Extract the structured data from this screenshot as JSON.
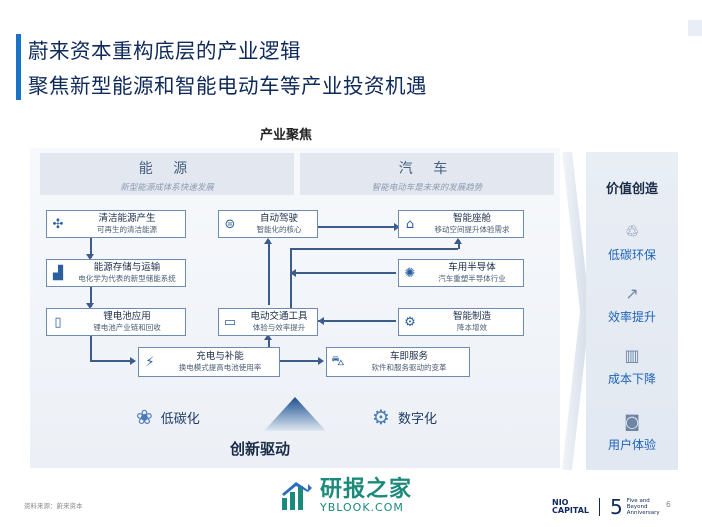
{
  "title": {
    "line1": "蔚来资本重构底层的产业逻辑",
    "line2": "聚焦新型能源和智能电动车等产业投资机遇"
  },
  "industry_focus": "产业聚焦",
  "categories": {
    "energy": {
      "title": "能 源",
      "subtitle": "新型能源成体系快速发展"
    },
    "auto": {
      "title": "汽 车",
      "subtitle": "智能电动车是未来的发展趋势"
    }
  },
  "nodes": {
    "clean_energy": {
      "title": "清洁能源产生",
      "sub": "可再生的清洁能源",
      "icon": "wind-turbine-icon"
    },
    "storage": {
      "title": "能源存储与运输",
      "sub": "电化学为代表的新型储能系统",
      "icon": "factory-icon"
    },
    "battery": {
      "title": "锂电池应用",
      "sub": "锂电池产业链和回收",
      "icon": "battery-icon"
    },
    "charging": {
      "title": "充电与补能",
      "sub": "换电模式提高电池使用率",
      "icon": "charging-station-icon"
    },
    "autodrive": {
      "title": "自动驾驶",
      "sub": "智能化的核心",
      "icon": "steering-icon"
    },
    "smart_cabin": {
      "title": "智能座舱",
      "sub": "移动空间提升体验需求",
      "icon": "seat-icon"
    },
    "semiconductor": {
      "title": "车用半导体",
      "sub": "汽车重塑半导体行业",
      "icon": "chip-icon"
    },
    "transport": {
      "title": "电动交通工具",
      "sub": "体验与效率提升",
      "icon": "bus-icon"
    },
    "manufacturing": {
      "title": "智能制造",
      "sub": "降本增效",
      "icon": "manufacturing-icon"
    },
    "vehicle_service": {
      "title": "车即服务",
      "sub": "软件和服务驱动的变革",
      "icon": "car-icon"
    }
  },
  "bottom": {
    "low_carbon": "低碳化",
    "digital": "数字化",
    "innovation": "创新驱动"
  },
  "value": {
    "title": "价值创造",
    "items": [
      {
        "label": "低碳环保",
        "icon": "recycle-icon"
      },
      {
        "label": "效率提升",
        "icon": "trend-up-icon"
      },
      {
        "label": "成本下降",
        "icon": "bar-chart-icon"
      },
      {
        "label": "用户体验",
        "icon": "vr-headset-icon"
      }
    ]
  },
  "footer": {
    "source": "资料来源：蔚来资本",
    "watermark_cn": "研报之家",
    "watermark_en": "YBLOOK.COM",
    "logo_nio": "NIO",
    "logo_capital": "CAPITAL",
    "logo_5": "5",
    "logo_sub1": "Five and",
    "logo_sub2": "Beyond",
    "logo_sub3": "Anniversary",
    "page": "6"
  },
  "colors": {
    "title": "#0e2a5a",
    "accent": "#1b73c8",
    "node_border": "#6e8bb1",
    "value_text": "#1d63b6",
    "watermark": "#1c8a7a"
  }
}
